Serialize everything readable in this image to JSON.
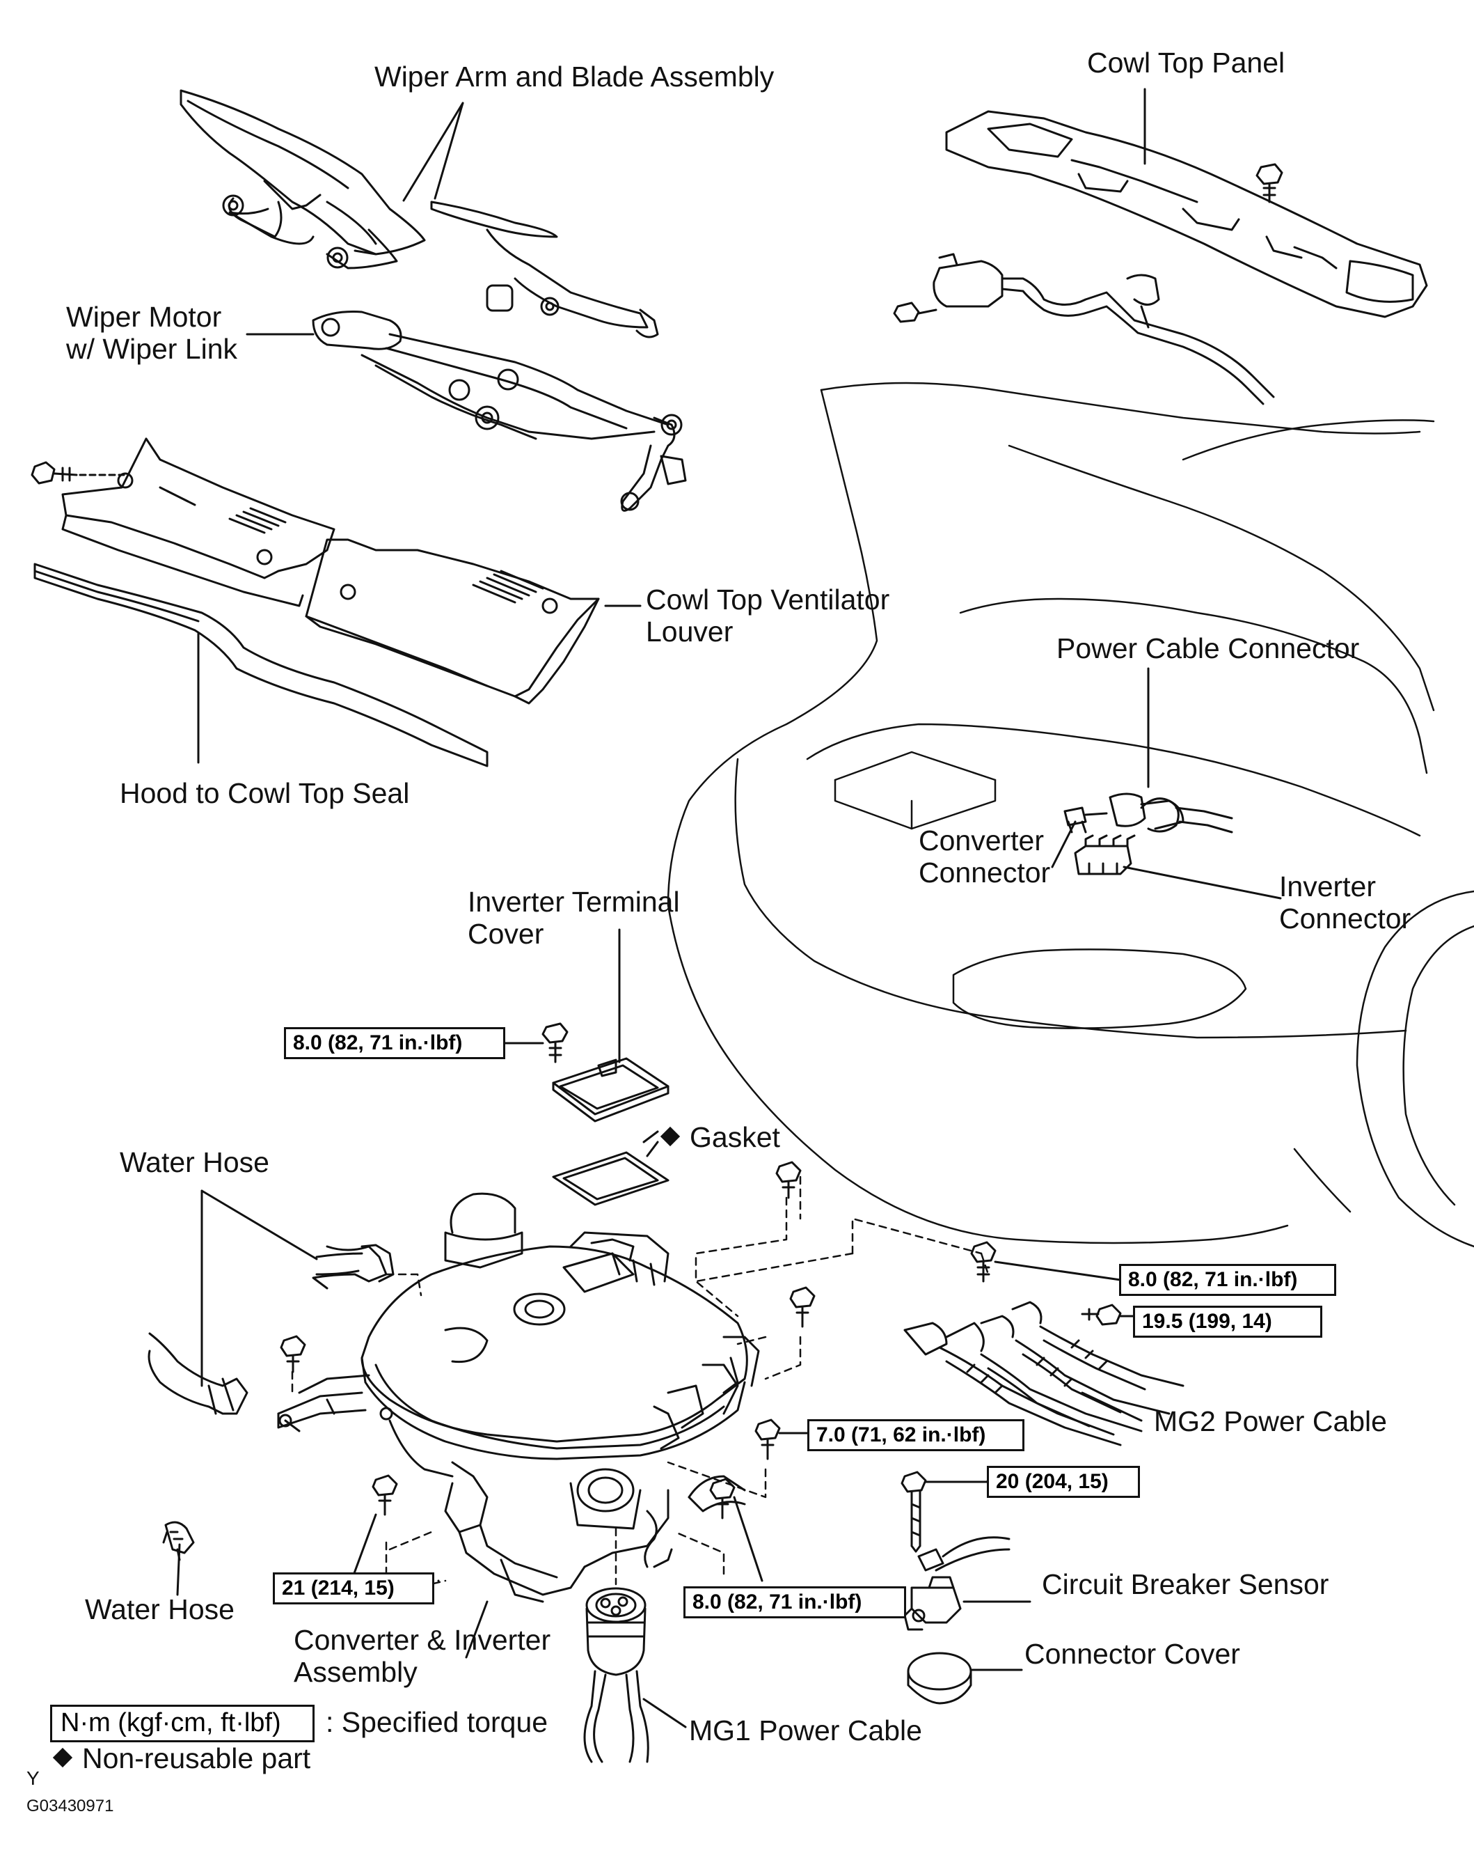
{
  "labels": {
    "wiper_arm": "Wiper Arm and Blade Assembly",
    "cowl_top_panel": "Cowl Top Panel",
    "wiper_motor_1": "Wiper Motor",
    "wiper_motor_2": "w/ Wiper Link",
    "cowl_louver_1": "Cowl Top Ventilator",
    "cowl_louver_2": "Louver",
    "power_cable_connector": "Power Cable Connector",
    "hood_seal": "Hood to Cowl Top Seal",
    "converter_connector_1": "Converter",
    "converter_connector_2": "Connector",
    "inverter_terminal_1": "Inverter Terminal",
    "inverter_terminal_2": "Cover",
    "inverter_connector_1": "Inverter",
    "inverter_connector_2": "Connector",
    "gasket": "Gasket",
    "water_hose_top": "Water Hose",
    "mg2_power_cable": "MG2 Power Cable",
    "circuit_breaker_sensor": "Circuit Breaker Sensor",
    "water_hose_bottom": "Water Hose",
    "converter_inverter_1": "Converter & Inverter",
    "converter_inverter_2": "Assembly",
    "connector_cover": "Connector Cover",
    "mg1_power_cable": "MG1 Power Cable"
  },
  "torques": {
    "t1": "8.0 (82, 71 in.·lbf)",
    "t2": "8.0 (82, 71 in.·lbf)",
    "t3": "19.5 (199, 14)",
    "t4": "7.0 (71, 62 in.·lbf)",
    "t5": "20 (204, 15)",
    "t6": "21 (214, 15)",
    "t7": "8.0 (82, 71 in.·lbf)"
  },
  "legend": {
    "torque_unit": "N·m (kgf·cm, ft·lbf)",
    "torque_desc": ": Specified torque",
    "nonreusable": "Non-reusable part"
  },
  "footer": {
    "mark": "Y",
    "code": "G03430971"
  }
}
